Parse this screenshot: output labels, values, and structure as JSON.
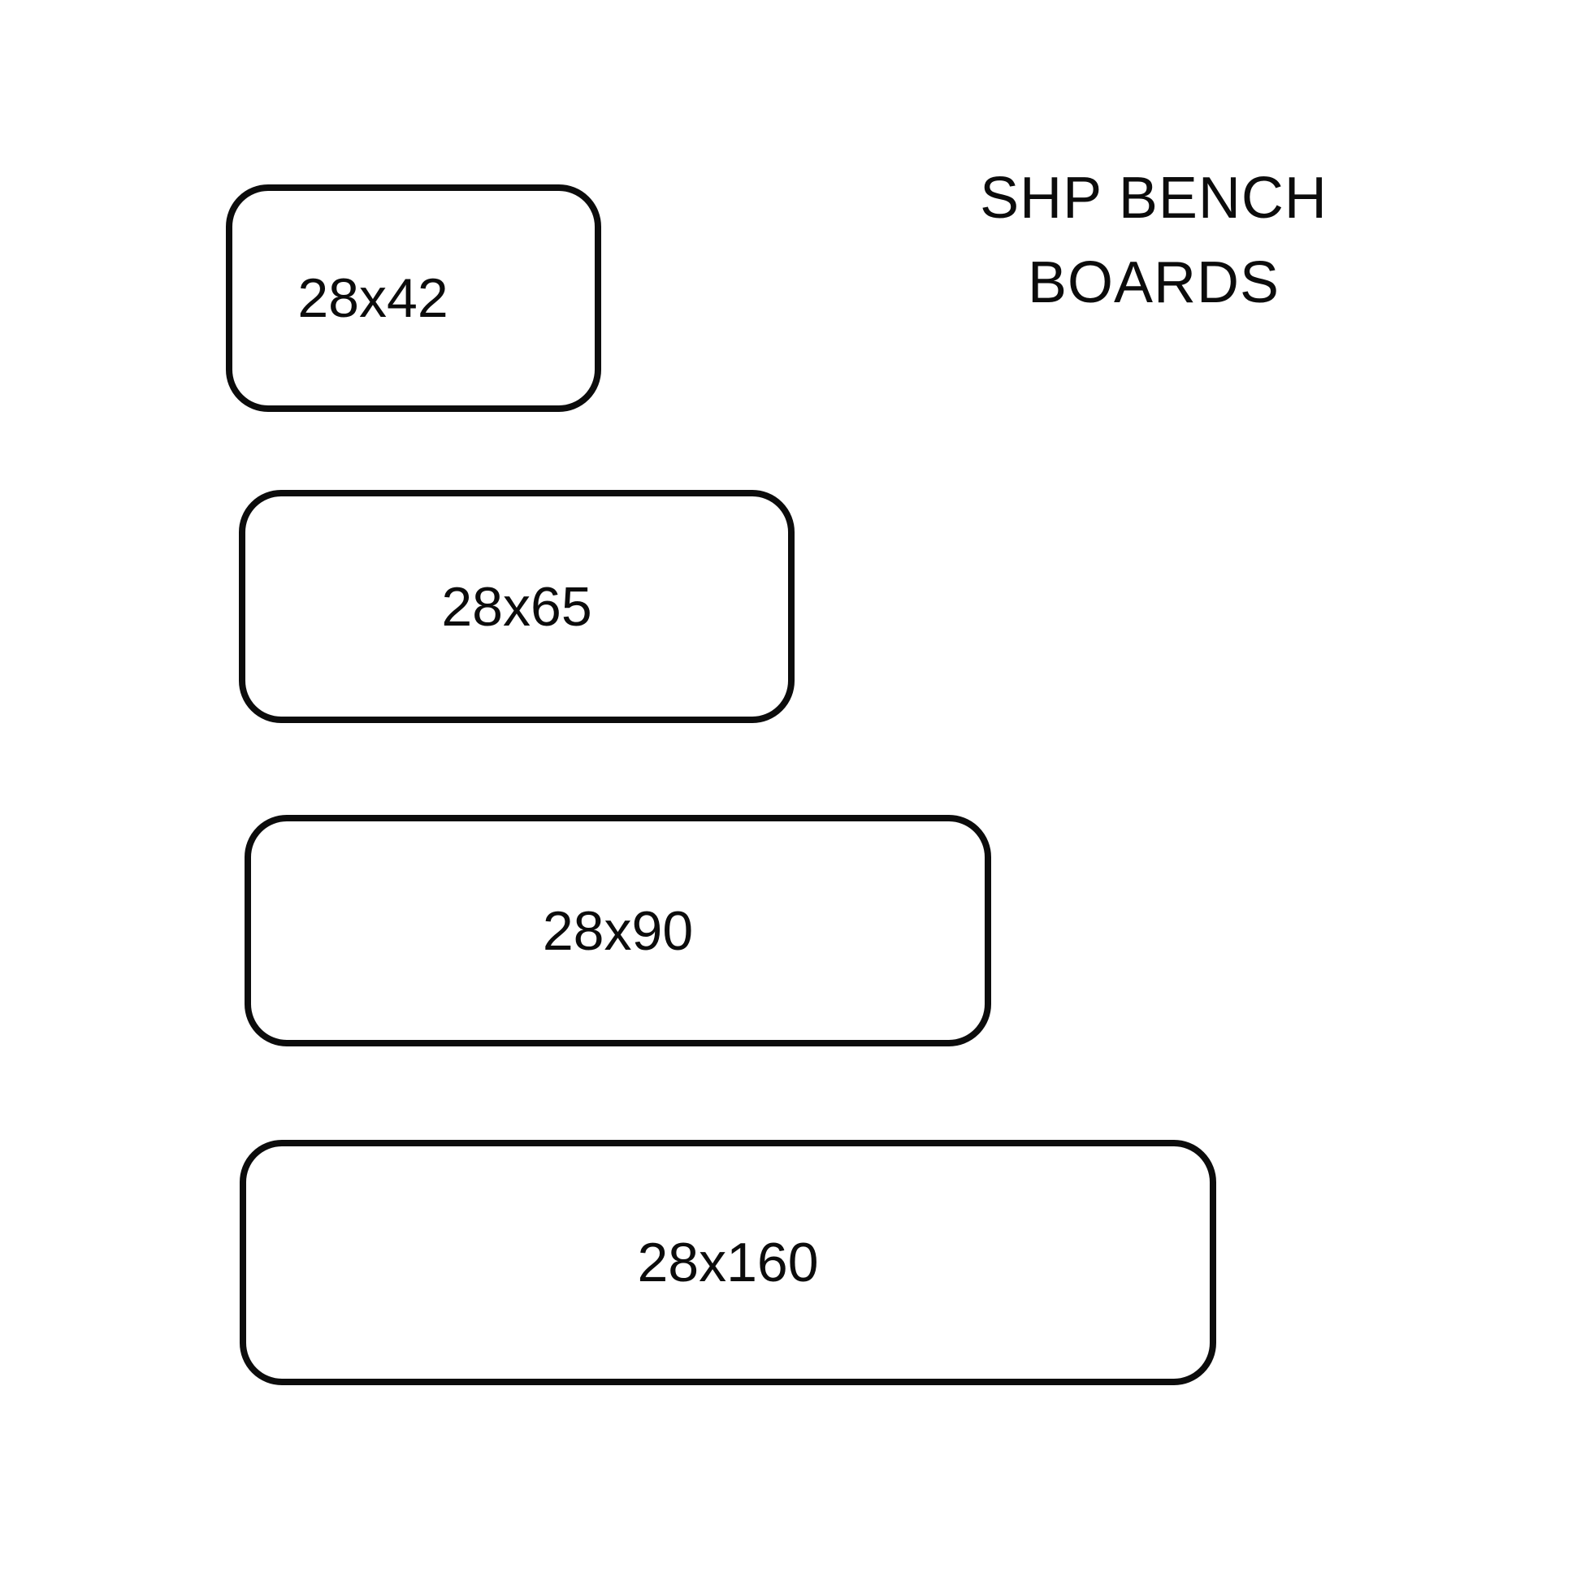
{
  "page": {
    "background_color": "#ffffff",
    "ink_color": "#0c0c0c"
  },
  "title": {
    "line1": "SHP BENCH",
    "line2": "BOARDS"
  },
  "boards": [
    {
      "label": "28x42"
    },
    {
      "label": "28x65"
    },
    {
      "label": "28x90"
    },
    {
      "label": "28x160"
    }
  ]
}
